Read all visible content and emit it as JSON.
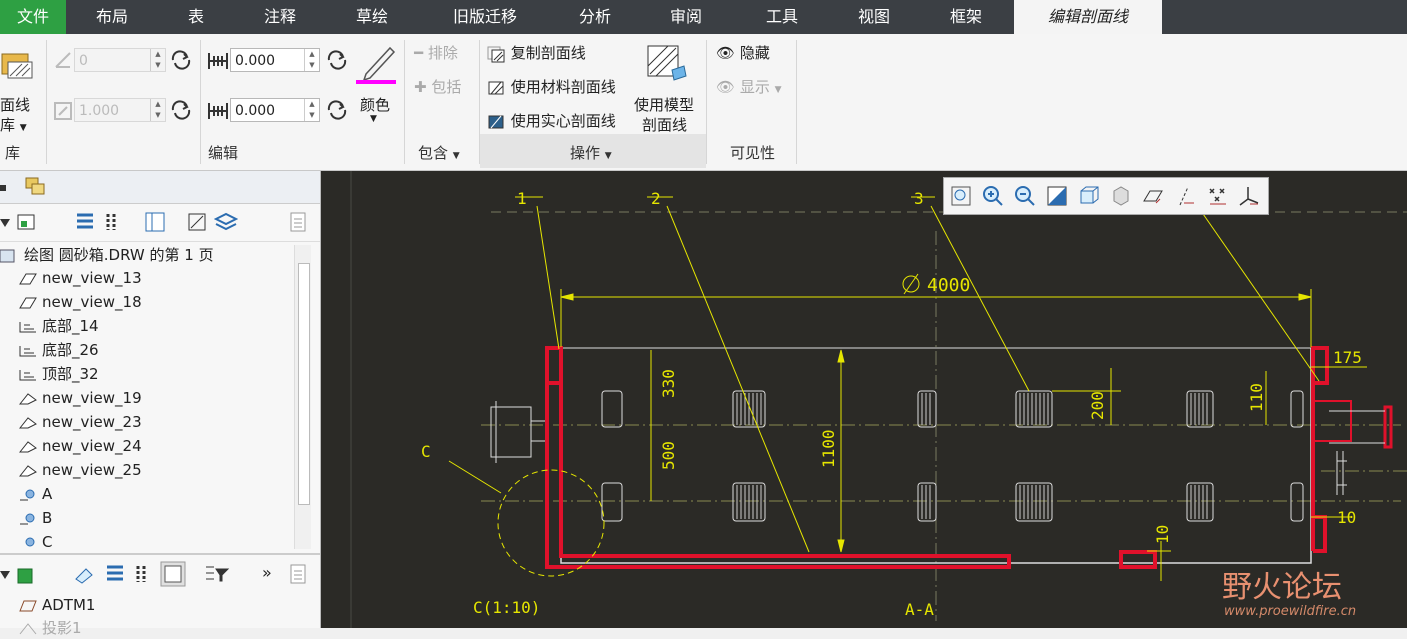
{
  "tabs": [
    {
      "label": "文件"
    },
    {
      "label": "布局"
    },
    {
      "label": "表"
    },
    {
      "label": "注释"
    },
    {
      "label": "草绘"
    },
    {
      "label": "旧版迁移"
    },
    {
      "label": "分析"
    },
    {
      "label": "审阅"
    },
    {
      "label": "工具"
    },
    {
      "label": "视图"
    },
    {
      "label": "框架"
    },
    {
      "label": "编辑剖面线"
    }
  ],
  "ribbon": {
    "library": {
      "btn_line1": "面线",
      "btn_line2": "库",
      "group": "库"
    },
    "edit": {
      "angle_value": "0",
      "scale_value": "1.000",
      "spacing1": "0.000",
      "spacing2": "0.000",
      "color_label": "颜色",
      "group": "编辑",
      "color_swatch": "#ff00ff"
    },
    "include": {
      "exclude": "排除",
      "include": "包括",
      "group": "包含"
    },
    "ops": {
      "copy": "复制剖面线",
      "material": "使用材料剖面线",
      "solid": "使用实心剖面线",
      "model_line1": "使用模型",
      "model_line2": "剖面线",
      "group": "操作"
    },
    "visibility": {
      "hide": "隐藏",
      "show": "显示",
      "group": "可见性"
    }
  },
  "tree": {
    "root": "绘图 圆砂箱.DRW 的第 1 页",
    "items": [
      {
        "label": "new_view_13",
        "icon": "view-icon"
      },
      {
        "label": "new_view_18",
        "icon": "view-icon"
      },
      {
        "label": "底部_14",
        "icon": "section-icon"
      },
      {
        "label": "底部_26",
        "icon": "section-icon"
      },
      {
        "label": "顶部_32",
        "icon": "section-icon"
      },
      {
        "label": "new_view_19",
        "icon": "detail-icon"
      },
      {
        "label": "new_view_23",
        "icon": "detail-icon"
      },
      {
        "label": "new_view_24",
        "icon": "detail-icon"
      },
      {
        "label": "new_view_25",
        "icon": "detail-icon"
      },
      {
        "label": "A",
        "icon": "xsec-icon"
      },
      {
        "label": "B",
        "icon": "xsec-icon"
      },
      {
        "label": "C",
        "icon": "xsec-icon"
      }
    ],
    "layer_items": [
      {
        "label": "ADTM1"
      },
      {
        "label": "投影1"
      }
    ]
  },
  "drawing": {
    "leader_labels": [
      "1",
      "2",
      "3"
    ],
    "dim_diameter": "4000",
    "dim_175": "175",
    "dim_330": "330",
    "dim_500": "500",
    "dim_1100": "1100",
    "dim_200": "200",
    "dim_110": "110",
    "dim_10a": "10",
    "dim_10b": "10",
    "detail_label": "C",
    "detail_scale": "C(1:10)",
    "section_label": "A-A"
  },
  "watermark": {
    "title": "野火论坛",
    "url": "www.proewildfire.cn"
  },
  "colors": {
    "accent_tab": "#2ea043",
    "hatch_highlight": "#e0112b",
    "dim_yellow": "#e6e600",
    "canvas": "#2b2a26"
  }
}
